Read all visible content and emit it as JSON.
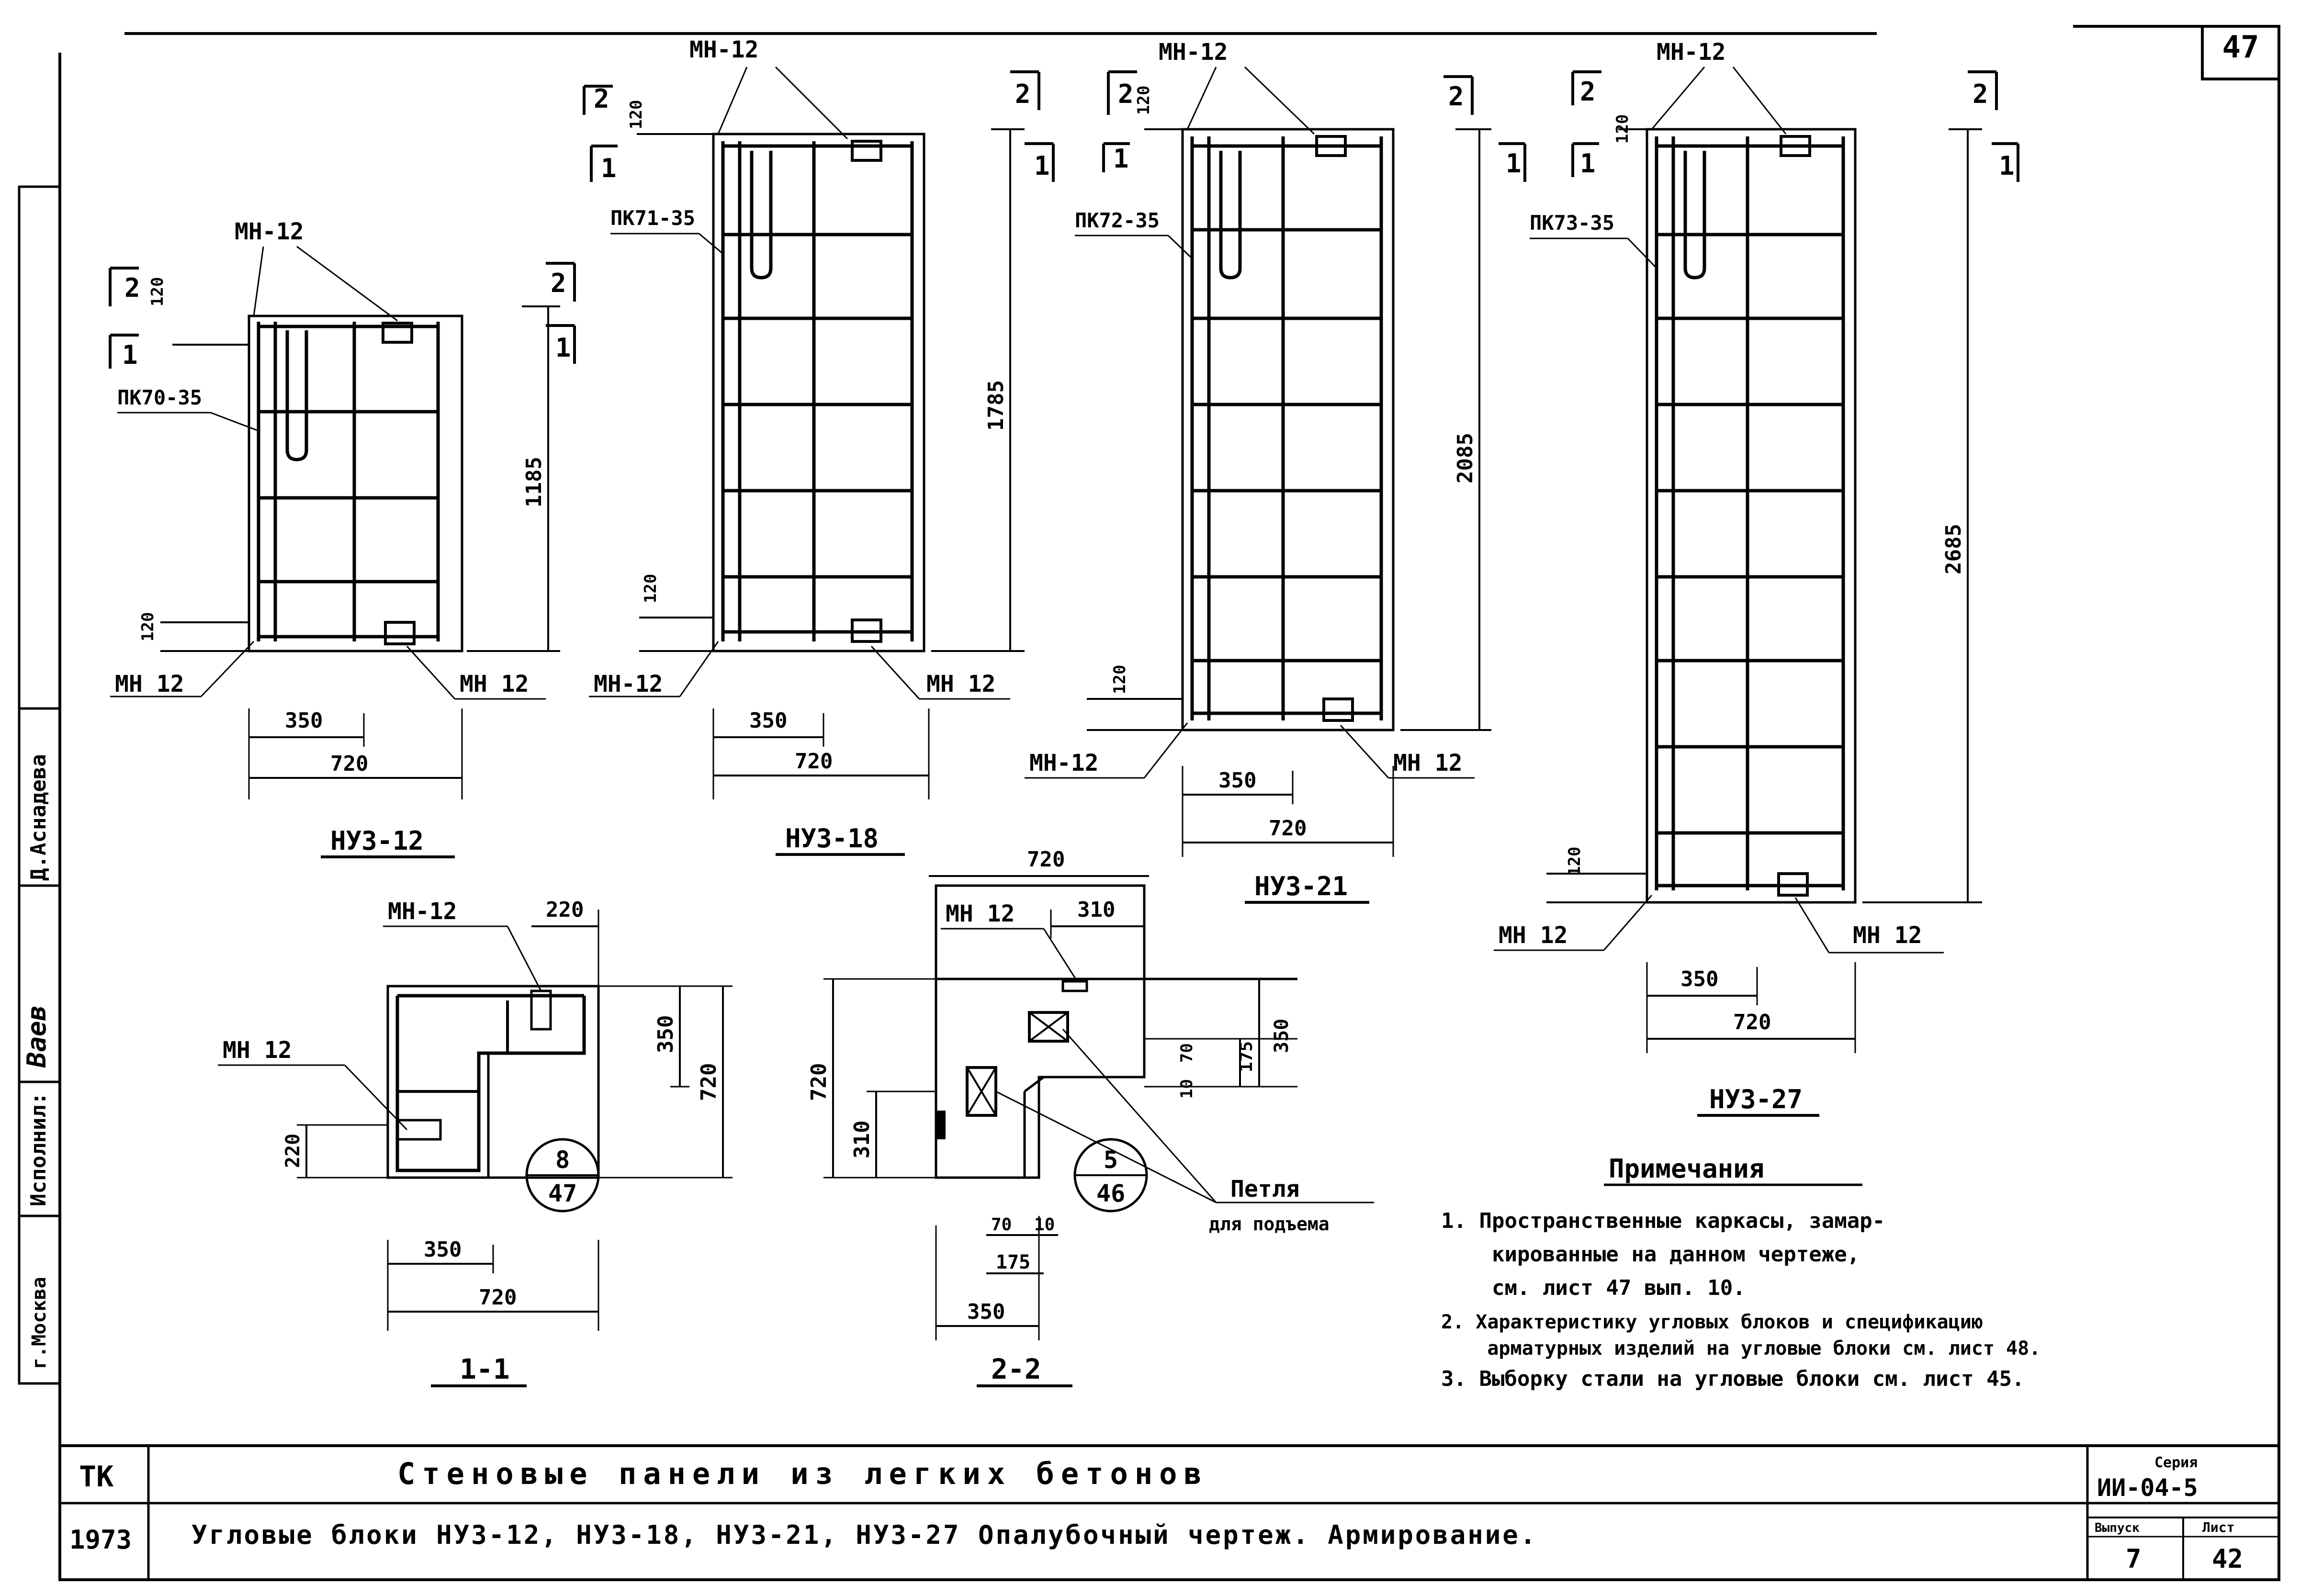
{
  "sheet_number": "47",
  "side_labels": {
    "ispolnil": "Исполнил:",
    "signature": "Ваев",
    "name": "Д.Аснадева",
    "city": "г.Москва"
  },
  "title_block": {
    "org": "ТК",
    "year": "1973",
    "title_main": "Стеновые панели из легких бетонов",
    "title_sub": "Угловые блоки НУЗ-12, НУЗ-18, НУЗ-21, НУЗ-27 Опалубочный чертеж. Армирование.",
    "series_label": "Серия",
    "series_value": "ИИ-04-5",
    "vypusk_label": "Выпуск",
    "vypusk_value": "7",
    "list_label": "Лист",
    "list_value": "42"
  },
  "blocks": [
    {
      "name": "НУЗ-12",
      "frame": "ПК70-35",
      "height": "1185",
      "width_inner": "350",
      "width": "720",
      "mesh_top": "МН-12",
      "mesh_bl": "МН 12",
      "mesh_br": "МН 12",
      "sec1": "1",
      "sec2": "2",
      "dim120": "120"
    },
    {
      "name": "НУЗ-18",
      "frame": "ПК71-35",
      "height": "1785",
      "width_inner": "350",
      "width": "720",
      "mesh_top": "МН-12",
      "mesh_bl": "МН-12",
      "mesh_br": "МН 12",
      "sec1": "1",
      "sec2": "2",
      "dim120": "120"
    },
    {
      "name": "НУЗ-21",
      "frame": "ПК72-35",
      "height": "2085",
      "width_inner": "350",
      "width": "720",
      "mesh_top": "МН-12",
      "mesh_bl": "МН-12",
      "mesh_br": "МН 12",
      "sec1": "1",
      "sec2": "2",
      "dim120": "120"
    },
    {
      "name": "НУЗ-27",
      "frame": "ПК73-35",
      "height": "2685",
      "width_inner": "350",
      "width": "720",
      "mesh_top": "МН-12",
      "mesh_bl": "МН 12",
      "mesh_br": "МН 12",
      "sec1": "1",
      "sec2": "2",
      "dim120": "120"
    }
  ],
  "section_1": {
    "label": "1-1",
    "mesh_top": "МН-12",
    "mesh_left": "МН 12",
    "dim_220": "220",
    "dim_350": "350",
    "dim_720h": "720",
    "dim_350b": "350",
    "dim_720b": "720",
    "dim_220l": "220",
    "callout_top": "8",
    "callout_bottom": "47"
  },
  "section_2": {
    "label": "2-2",
    "mesh": "МН 12",
    "dim_720top": "720",
    "dim_310top": "310",
    "dim_720l": "720",
    "dim_310l": "310",
    "dim_350r": "350",
    "dim_175r": "175",
    "dim_70r": "70",
    "dim_10r": "10",
    "dim_70b": "70",
    "dim_10b": "10",
    "dim_175b": "175",
    "dim_350b": "350",
    "callout_top": "5",
    "callout_bottom": "46",
    "loop_label": "Петля",
    "loop_sub": "для подъема"
  },
  "notes": {
    "heading": "Примечания",
    "items": [
      "1. Пространственные каркасы, замар-",
      "    кированные на данном чертеже,",
      "    см. лист 47 вып. 10.",
      "2. Характеристику угловых блоков и спецификацию",
      "    арматурных изделий на угловые блоки см. лист 48.",
      "3. Выборку стали на угловые блоки см. лист 45."
    ]
  }
}
